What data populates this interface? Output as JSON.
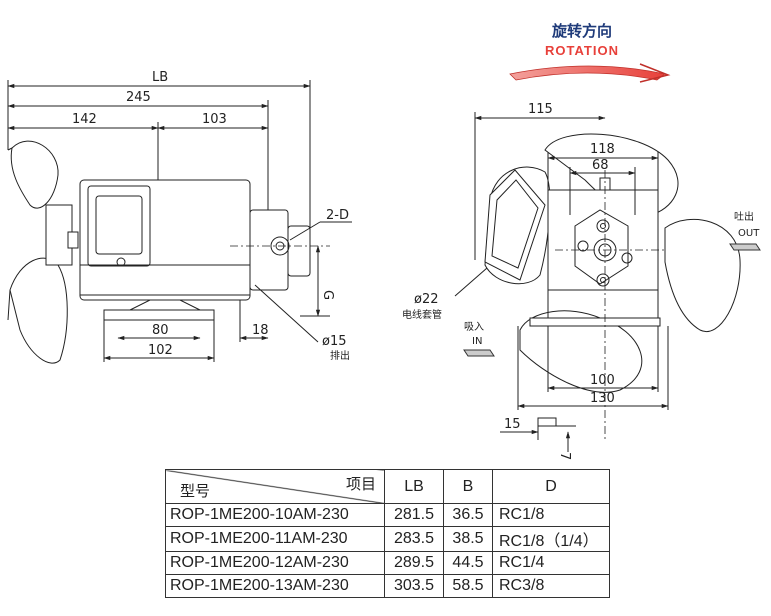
{
  "rotation": {
    "label_cn": "旋转方向",
    "label_en": "ROTATION"
  },
  "side_view": {
    "dims": {
      "lb": "LB",
      "total": "245",
      "left": "142",
      "right": "103",
      "base": "80",
      "base_outer": "102",
      "offset": "18",
      "port_d": "2-D",
      "g": "G",
      "drain": "ø15",
      "drain_label": "排出"
    }
  },
  "front_view": {
    "dims": {
      "w115": "115",
      "w118": "118",
      "w68": "68",
      "w100": "100",
      "w130": "130",
      "h15": "15",
      "h7": "7",
      "conduit": "ø22",
      "conduit_label": "电线套管",
      "in_cn": "吸入",
      "in_en": "IN",
      "out_cn": "吐出",
      "out_en": "OUT"
    }
  },
  "table": {
    "header": {
      "item": "项目",
      "model": "型号",
      "lb": "LB",
      "b": "B",
      "d": "D"
    },
    "rows": [
      {
        "model": "ROP-1ME200-10AM-230",
        "lb": "281.5",
        "b": "36.5",
        "d": "RC1/8"
      },
      {
        "model": "ROP-1ME200-11AM-230",
        "lb": "283.5",
        "b": "38.5",
        "d": "RC1/8（1/4）"
      },
      {
        "model": "ROP-1ME200-12AM-230",
        "lb": "289.5",
        "b": "44.5",
        "d": "RC1/4"
      },
      {
        "model": "ROP-1ME200-13AM-230",
        "lb": "303.5",
        "b": "58.5",
        "d": "RC3/8"
      }
    ]
  }
}
